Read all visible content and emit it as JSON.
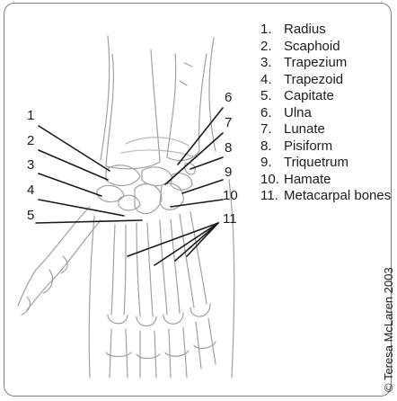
{
  "legend": [
    {
      "num": "1.",
      "label": "Radius"
    },
    {
      "num": "2.",
      "label": "Scaphoid"
    },
    {
      "num": "3.",
      "label": "Trapezium"
    },
    {
      "num": "4.",
      "label": "Trapezoid"
    },
    {
      "num": "5.",
      "label": "Capitate"
    },
    {
      "num": "6.",
      "label": "Ulna"
    },
    {
      "num": "7.",
      "label": "Lunate"
    },
    {
      "num": "8.",
      "label": "Pisiform"
    },
    {
      "num": "9.",
      "label": "Triquetrum"
    },
    {
      "num": "10.",
      "label": "Hamate"
    },
    {
      "num": "11.",
      "label": "Metacarpal bones"
    }
  ],
  "callouts": {
    "c1": "1",
    "c2": "2",
    "c3": "3",
    "c4": "4",
    "c5": "5",
    "c6": "6",
    "c7": "7",
    "c8": "8",
    "c9": "9",
    "c10": "10",
    "c11": "11"
  },
  "copyright": "© Teresa McLaren 2003",
  "colors": {
    "bone_outline": "#9a9a9a",
    "leader_line": "#1a1a1a",
    "frame": "#7f7f7f"
  }
}
